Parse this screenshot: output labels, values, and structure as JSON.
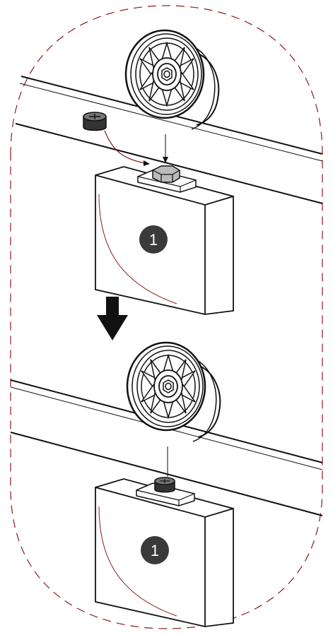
{
  "diagram": {
    "step_badges": [
      "1",
      "1"
    ],
    "colors": {
      "line": "#111111",
      "outline_dashed": "#8b1a1a",
      "guide_curve": "#8b1a1a",
      "badge_fill": "#3a3a3a",
      "badge_text": "#ffffff",
      "arrow_fill": "#111111"
    },
    "icons": [
      "roller-wheel",
      "set-screw",
      "hex-bolt",
      "door-panel",
      "track-rail",
      "down-arrow"
    ]
  }
}
